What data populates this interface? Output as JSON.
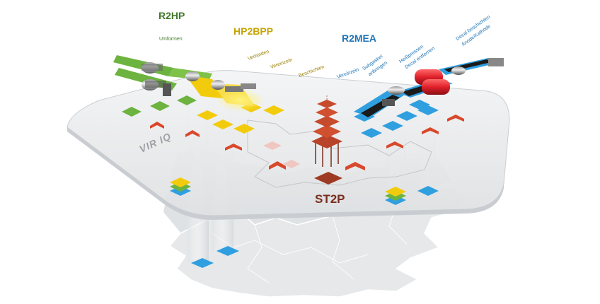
{
  "groups": {
    "r2hp": {
      "title": "R2HP",
      "color": "#3f7a2a",
      "steps": {
        "s1": "Umformen"
      }
    },
    "hp2bpp": {
      "title": "HP2BPP",
      "color": "#c6a400",
      "steps": {
        "s1": "Verbinden",
        "s2": "Vereinzeln",
        "s3": "Beschichten"
      }
    },
    "r2mea": {
      "title": "R2MEA",
      "color": "#1e74b6",
      "steps": {
        "s1": "Vereinzeln",
        "s2a": "Subgasket",
        "s2b": "anbringen",
        "s3a": "Heißpressen",
        "s3b": "Decal entfernen",
        "s4a": "Decal beschichten",
        "s4b": "Anode/Kathode"
      }
    },
    "st2p": {
      "title": "ST2P",
      "color": "#7a2d1c"
    }
  },
  "brand": {
    "logo": "VIR IQ"
  },
  "colors": {
    "green": "#6db33f",
    "yellow": "#f2cc0c",
    "blue": "#2f9fe0",
    "red": "#e0503a",
    "chevron": "#d9482b",
    "stack": "#b9432a",
    "platform": "#e4e6e8"
  }
}
